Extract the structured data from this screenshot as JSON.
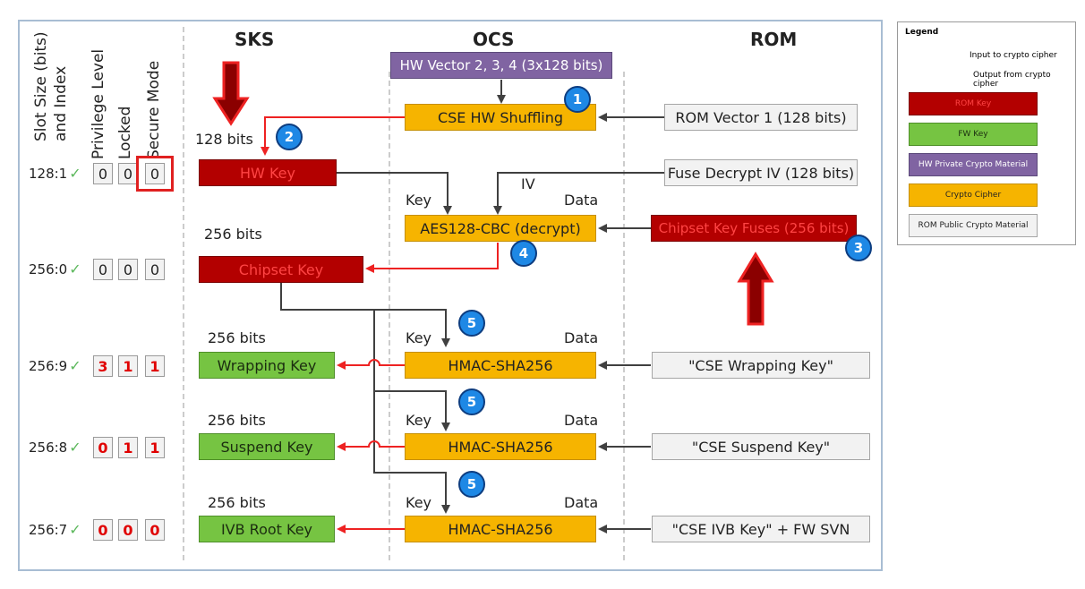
{
  "columns": {
    "sks": "SKS",
    "ocs": "OCS",
    "rom": "ROM"
  },
  "header_labels": {
    "slot_size": "Slot Size (bits)",
    "and_index": "and Index",
    "privilege": "Privilege Level",
    "locked": "Locked",
    "secure_mode": "Secure Mode"
  },
  "slots": [
    {
      "label": "128:1",
      "privilege": "0",
      "locked": "0",
      "secure": "0"
    },
    {
      "label": "256:0",
      "privilege": "0",
      "locked": "0",
      "secure": "0"
    },
    {
      "label": "256:9",
      "privilege": "3",
      "locked": "1",
      "secure": "1"
    },
    {
      "label": "256:8",
      "privilege": "0",
      "locked": "1",
      "secure": "1"
    },
    {
      "label": "256:7",
      "privilege": "0",
      "locked": "0",
      "secure": "0"
    }
  ],
  "sks_keys": {
    "hw_key": "HW Key",
    "chipset_key": "Chipset Key",
    "wrapping_key": "Wrapping Key",
    "suspend_key": "Suspend Key",
    "ivb_root_key": "IVB Root Key"
  },
  "bits": {
    "b128": "128 bits",
    "b256_a": "256 bits",
    "b256_b": "256 bits",
    "b256_c": "256 bits",
    "b256_d": "256 bits"
  },
  "ocs": {
    "hw_vector": "HW Vector 2, 3, 4 (3x128 bits)",
    "shuffling": "CSE HW Shuffling",
    "aes": "AES128-CBC (decrypt)",
    "hmac1": "HMAC-SHA256",
    "hmac2": "HMAC-SHA256",
    "hmac3": "HMAC-SHA256"
  },
  "rom": {
    "vector1": "ROM Vector 1 (128 bits)",
    "fuse_iv": "Fuse Decrypt IV (128 bits)",
    "chipset_fuses": "Chipset Key Fuses (256 bits)",
    "wrapping": "\"CSE Wrapping Key\"",
    "suspend": "\"CSE Suspend Key\"",
    "ivb": "\"CSE IVB Key\" + FW SVN"
  },
  "port_labels": {
    "key": "Key",
    "iv": "IV",
    "data": "Data"
  },
  "badges": [
    "1",
    "2",
    "3",
    "4",
    "5",
    "5",
    "5"
  ],
  "legend": {
    "title": "Legend",
    "input": "Input to crypto cipher",
    "output": "Output from crypto cipher",
    "rom_key": "ROM Key",
    "fw_key": "FW Key",
    "hw_private": "HW Private Crypto Material",
    "crypto_cipher": "Crypto Cipher",
    "rom_public": "ROM Public Crypto Material"
  },
  "colors": {
    "rom_key": "#b30000",
    "fw_key": "#76c442",
    "hw_private": "#8064a2",
    "crypto_cipher": "#f6b400",
    "rom_public": "#f2f2f2",
    "input_arrow": "#404040",
    "output_arrow": "#ee2222"
  }
}
